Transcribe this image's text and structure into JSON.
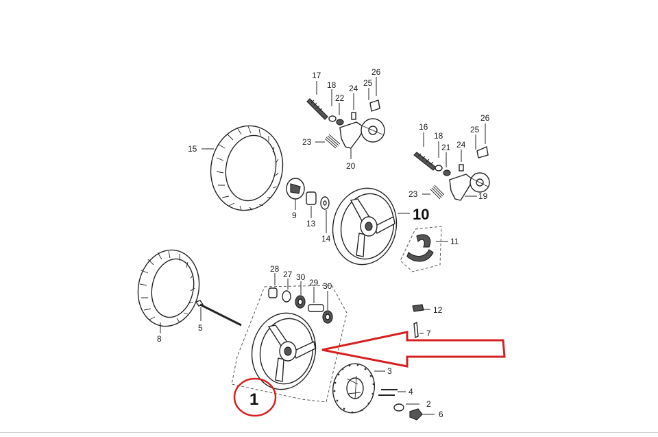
{
  "diagram": {
    "part_numbers": {
      "p1": "1",
      "p2": "2",
      "p3": "3",
      "p4": "4",
      "p5": "5",
      "p6": "6",
      "p7": "7",
      "p8": "8",
      "p9": "9",
      "p10": "10",
      "p11": "11",
      "p12": "12",
      "p13": "13",
      "p14": "14",
      "p15": "15",
      "p16": "16",
      "p17": "17",
      "p18a": "18",
      "p18b": "18",
      "p19": "19",
      "p20": "20",
      "p21": "21",
      "p22": "22",
      "p23a": "23",
      "p23b": "23",
      "p24a": "24",
      "p24b": "24",
      "p25a": "25",
      "p25b": "25",
      "p26a": "26",
      "p26b": "26",
      "p27": "27",
      "p28": "28",
      "p29": "29",
      "p30a": "30",
      "p30b": "30"
    },
    "highlight_color": "#d62020",
    "line_color": "#222222"
  }
}
